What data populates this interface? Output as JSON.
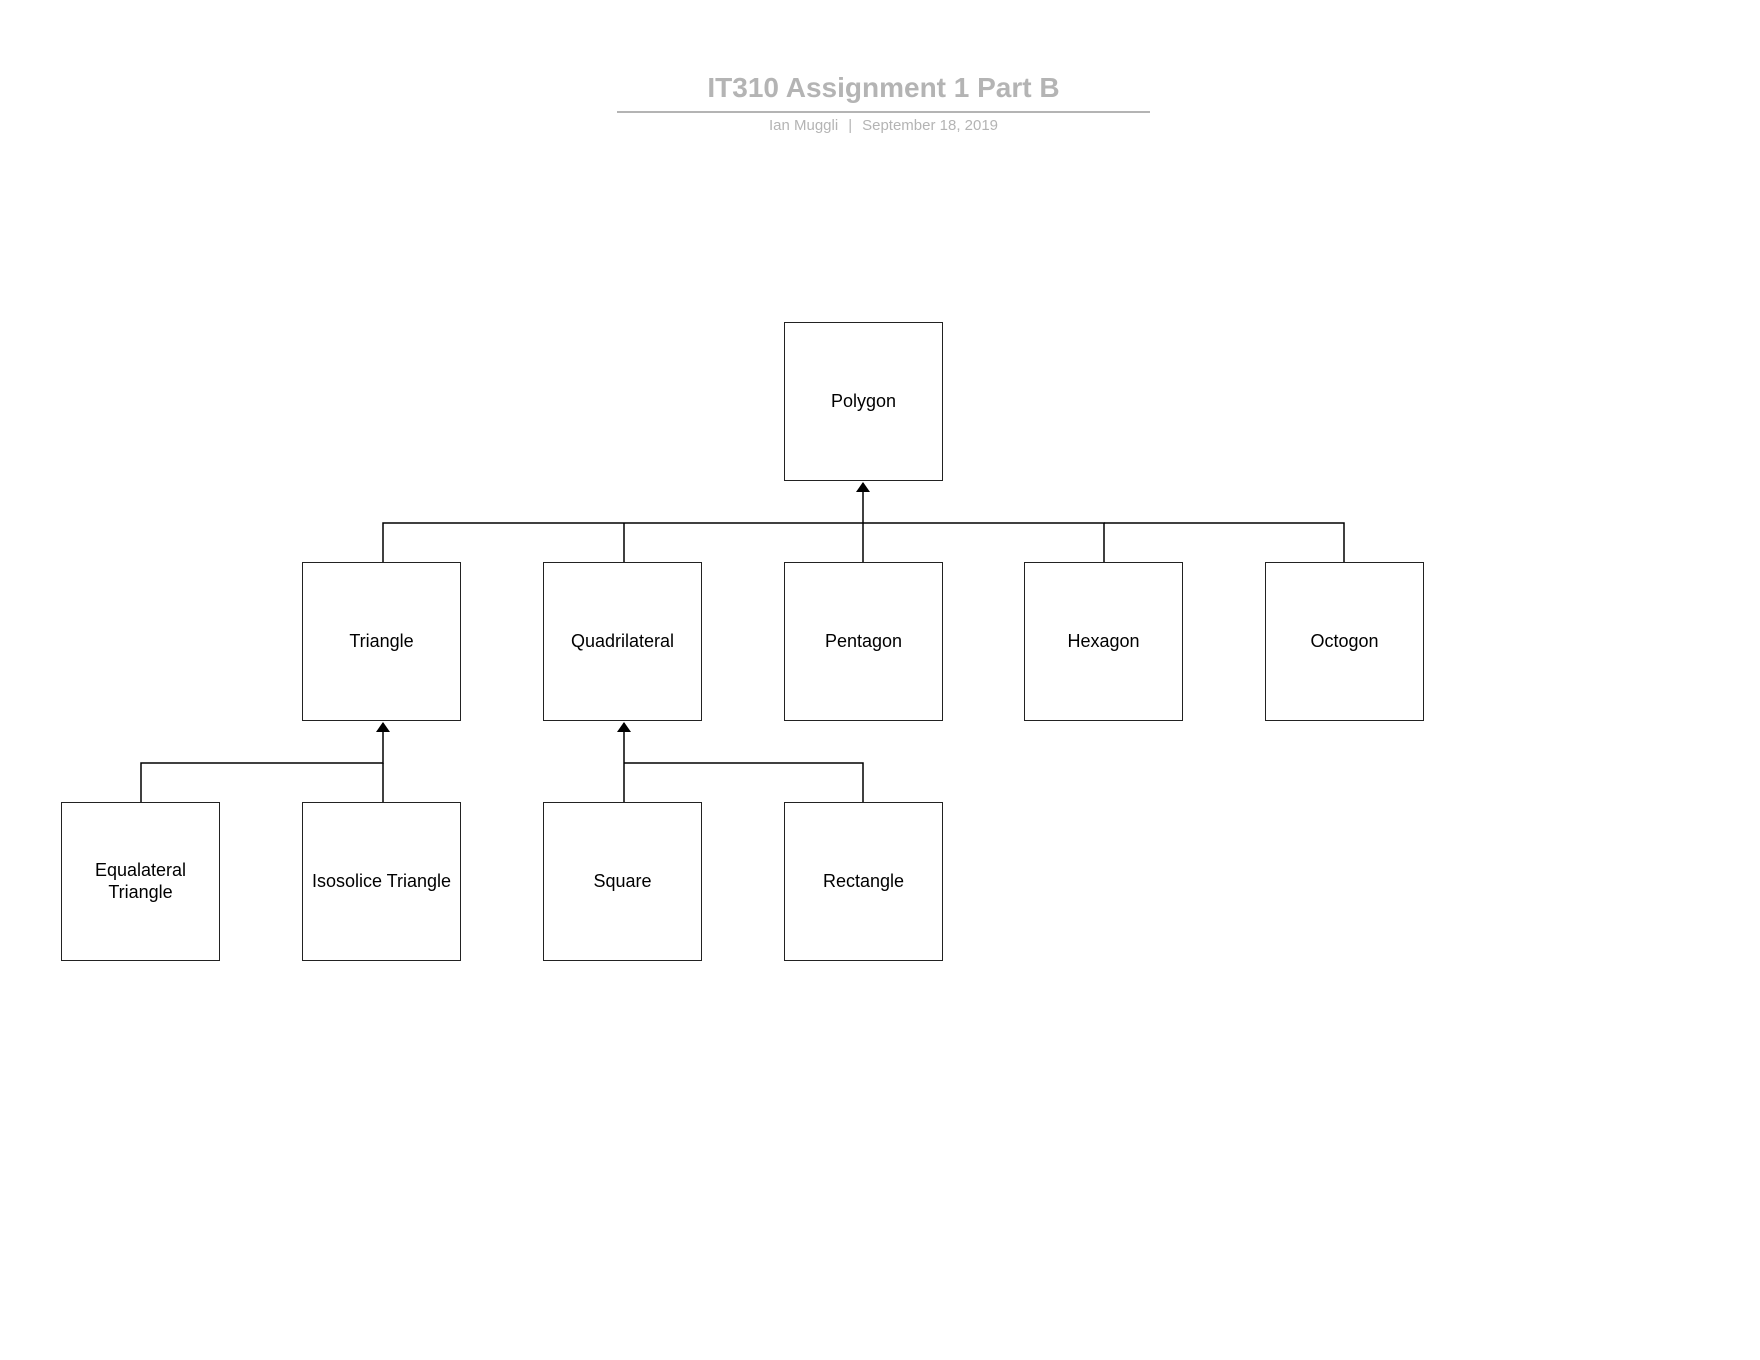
{
  "header": {
    "title": "IT310 Assignment 1 Part B",
    "author": "Ian Muggli",
    "date": "September 18, 2019"
  },
  "nodes": {
    "polygon": "Polygon",
    "triangle": "Triangle",
    "quadrilateral": "Quadrilateral",
    "pentagon": "Pentagon",
    "hexagon": "Hexagon",
    "octogon": "Octogon",
    "equalateral_triangle": "Equalateral Triangle",
    "isosolice_triangle": "Isosolice Triangle",
    "square": "Square",
    "rectangle": "Rectangle"
  }
}
